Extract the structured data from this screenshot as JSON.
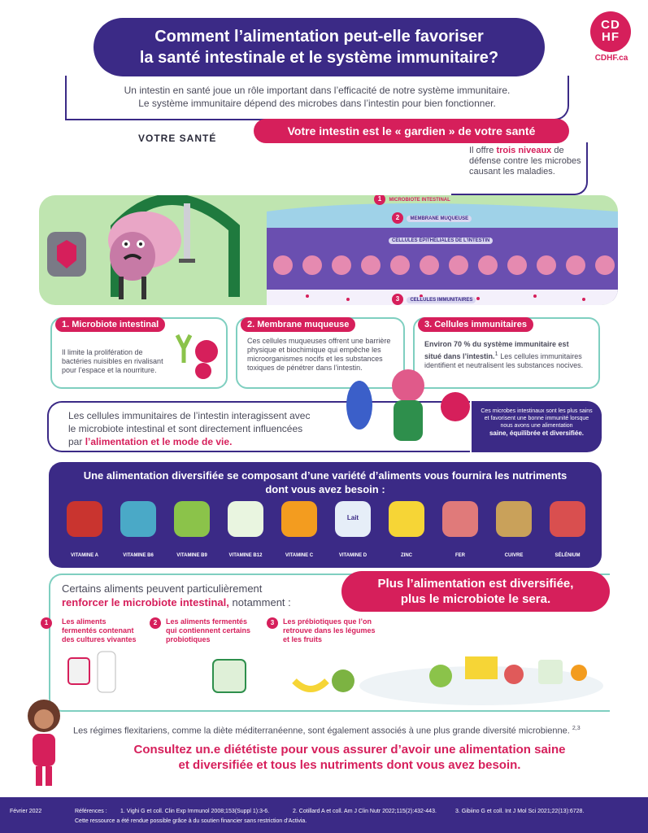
{
  "header": {
    "title_line1": "Comment l’alimentation peut-elle favoriser",
    "title_line2": "la santé intestinale et le système immunitaire?",
    "logo_line1": "CD",
    "logo_line2": "HF",
    "logo_url": "CDHF.ca"
  },
  "intro": {
    "line1": "Un intestin en santé joue un rôle important dans l’efficacité de notre système immunitaire.",
    "line2": "Le système immunitaire dépend des microbes dans l’intestin pour bien fonctionner."
  },
  "gardien": {
    "label": "Votre intestin est le « gardien » de votre santé",
    "text_before": "Il offre ",
    "text_bold": "trois niveaux",
    "text_after": " de défense contre les microbes causant les maladies."
  },
  "hero": {
    "arch_label": "VOTRE SANTÉ",
    "labels": [
      {
        "num": "1",
        "text": "MICROBIOTE INTESTINAL"
      },
      {
        "num": "2",
        "text": "MEMBRANE MUQUEUSE"
      },
      {
        "num": "",
        "text": "CELLULES ÉPITHÉLIALES DE L’INTESTIN"
      },
      {
        "num": "3",
        "text": "CELLULES IMMUNITAIRES"
      }
    ]
  },
  "sections": [
    {
      "head": "1. Microbiote intestinal",
      "text": "Il limite la prolifération de bactéries nuisibles en rivalisant pour l’espace et la nourriture."
    },
    {
      "head": "2. Membrane muqueuse",
      "text": "Ces cellules muqueuses offrent une barrière physique et biochimique qui empêche les microorganismes nocifs et les substances toxiques de pénétrer dans l’intestin."
    },
    {
      "head": "3. Cellules immunitaires",
      "text_bold": "Environ 70 % du système immunitaire est situé dans l’intestin.",
      "sup": "1",
      "text": "Les cellules immunitaires identifient et neutralisent les substances nocives."
    }
  ],
  "interaction": {
    "line1": "Les cellules immunitaires de l’intestin interagissent avec",
    "line2": "le microbiote intestinal et sont directement influencées",
    "line3_prefix": "par ",
    "line3_bold": "l’alimentation et le mode de vie.",
    "note": "Ces microbes intestinaux sont les plus sains et favorisent une bonne immunité lorsque nous avons une alimentation",
    "note_bold": "saine, équilibrée et diversifiée."
  },
  "nutrients": {
    "title_line1": "Une alimentation diversifiée se composant d’une variété d’aliments vous fournira les nutriments",
    "title_line2": "dont vous avez besoin :",
    "milk_label": "Lait",
    "items": [
      {
        "label": "VITAMINE A",
        "color": "#c9342f"
      },
      {
        "label": "VITAMINE B6",
        "color": "#4aa9c7"
      },
      {
        "label": "VITAMINE B9",
        "color": "#8bc34a"
      },
      {
        "label": "VITAMINE B12",
        "color": "#e9f5e0"
      },
      {
        "label": "VITAMINE C",
        "color": "#f39c1f"
      },
      {
        "label": "VITAMINE D",
        "color": "#e6eef8"
      },
      {
        "label": "ZINC",
        "color": "#f6d536"
      },
      {
        "label": "FER",
        "color": "#e07a7a"
      },
      {
        "label": "CUIVRE",
        "color": "#c9a15a"
      },
      {
        "label": "SÉLÉNIUM",
        "color": "#d94f4f"
      }
    ]
  },
  "certains": {
    "line1": "Certains aliments peuvent particulièrement",
    "line2_bold": "renforcer le microbiote intestinal,",
    "line2_after": " notamment :",
    "items": [
      {
        "num": "1",
        "text": "Les aliments fermentés contenant des cultures vivantes"
      },
      {
        "num": "2",
        "text": "Les aliments fermentés qui contiennent certains probiotiques"
      },
      {
        "num": "3",
        "text": "Les prébiotiques que l’on retrouve dans les légumes et les fruits"
      }
    ],
    "pill_line1": "Plus l’alimentation est diversifiée,",
    "pill_line2": "plus le        microbiote le sera."
  },
  "flexi": {
    "text": "Les régimes flexitariens, comme la diète méditerranéenne, sont également associés à une plus grande diversité microbienne.",
    "sup": "2,3"
  },
  "consult": {
    "line1": "Consultez un.e diététiste pour vous assurer d’avoir une alimentation saine",
    "line2": "et diversifiée et tous les nutriments dont vous avez besoin."
  },
  "footer": {
    "date": "Février 2022",
    "ref_label": "Références :",
    "ref1": "1. Vighi G et coll. Clin Exp Immunol 2008;153(Suppl 1):3-6.",
    "ref2": "2. Cotillard A et coll. Am J Clin Nutr 2022;115(2):432-443.",
    "ref3": "3. Gibiino G et coll. Int J Mol Sci 2021;22(13):6728.",
    "sponsor": "Cette ressource a été rendue possible grâce à du soutien financier sans restriction d’Activia."
  },
  "colors": {
    "brand_purple": "#3b2a86",
    "brand_pink": "#d61f5b",
    "teal": "#7fcfc0",
    "hero_green": "#bfe5b0"
  }
}
